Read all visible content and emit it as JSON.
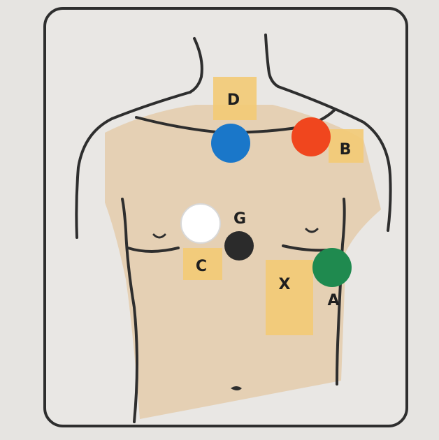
{
  "diagram": {
    "labels": {
      "D": "D",
      "B": "B",
      "G": "G",
      "C": "C",
      "X": "X",
      "A": "A"
    },
    "colors": {
      "frame": "#2e2e2e",
      "paper": "#e6e4e1",
      "skin": "#e2be8c",
      "sticker": "#f3ca74",
      "electrode_D": "#1a77c9",
      "electrode_B": "#f0461e",
      "electrode_C": "#ffffff",
      "electrode_G": "#2b2b2b",
      "electrode_A": "#1f8a4f"
    }
  }
}
